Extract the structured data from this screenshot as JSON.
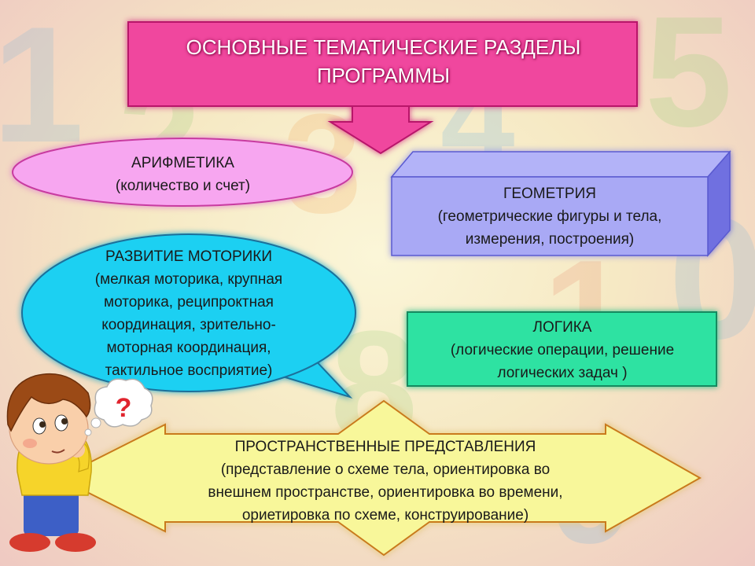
{
  "title": {
    "line1": "ОСНОВНЫЕ ТЕМАТИЧЕСКИЕ РАЗДЕЛЫ",
    "line2": "ПРОГРАММЫ"
  },
  "sections": {
    "arithmetic": {
      "heading": "АРИФМЕТИКА",
      "detail": "(количество и счет)"
    },
    "geometry": {
      "heading": "ГЕОМЕТРИЯ",
      "line1": "(геометрические фигуры и тела,",
      "line2": "измерения, построения)"
    },
    "motor": {
      "heading": "РАЗВИТИЕ МОТОРИКИ",
      "line1": "(мелкая моторика, крупная",
      "line2": "моторика, реципроктная",
      "line3": "координация, зрительно-",
      "line4": "моторная координация,",
      "line5": "тактильное восприятие)"
    },
    "logic": {
      "heading": "ЛОГИКА",
      "line1": "(логические операции, решение",
      "line2": "логических задач )"
    },
    "spatial": {
      "heading": "ПРОСТРАНСТВЕННЫЕ ПРЕДСТАВЛЕНИЯ",
      "line1": "(представление о схеме тела, ориентировка во",
      "line2": "внешнем пространстве, ориентировка во времени,",
      "line3": "ориетировка по схеме, конструирование)"
    }
  },
  "thought_bubble": {
    "symbol": "?"
  },
  "colors": {
    "title_fill": "#f0469e",
    "arithmetic_fill": "#f7a6f0",
    "geometry_fill": "#a9a9f5",
    "motor_fill": "#1fd0f2",
    "logic_fill": "#2ee2a2",
    "spatial_fill": "#f8f79a",
    "glow": "#f43b8c"
  }
}
